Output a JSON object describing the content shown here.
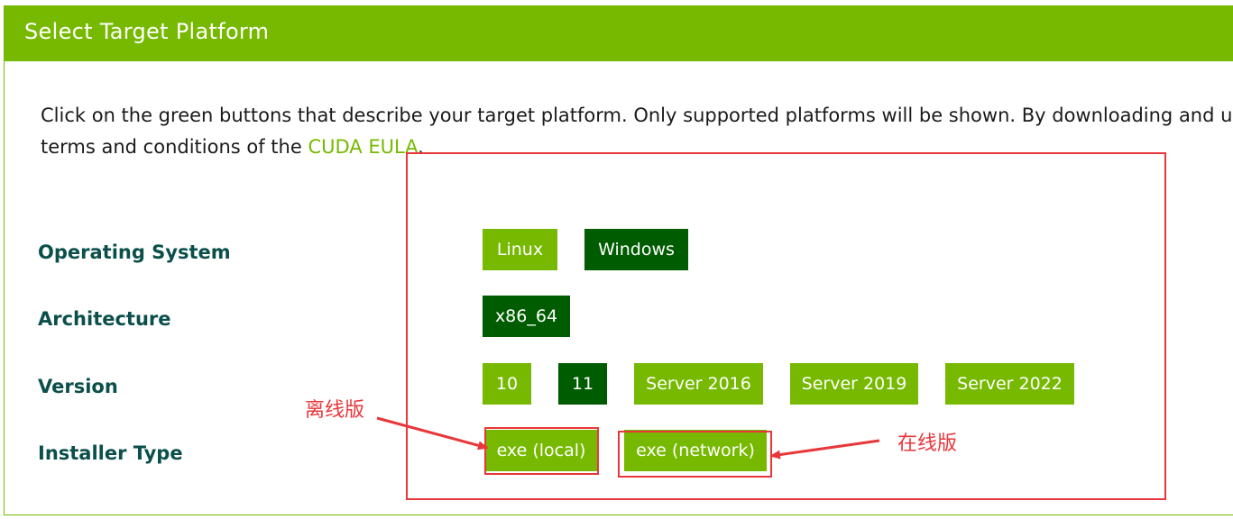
{
  "header": {
    "title": "Select Target Platform"
  },
  "intro": {
    "line1": "Click on the green buttons that describe your target platform. Only supported platforms will be shown. By downloading and u",
    "line2_prefix": "terms and conditions of the ",
    "eula_link": "CUDA EULA",
    "line2_suffix": "."
  },
  "rows": {
    "os": {
      "label": "Operating System",
      "options": [
        "Linux",
        "Windows"
      ],
      "selected": "Windows"
    },
    "arch": {
      "label": "Architecture",
      "options": [
        "x86_64"
      ],
      "selected": "x86_64"
    },
    "version": {
      "label": "Version",
      "options": [
        "10",
        "11",
        "Server 2016",
        "Server 2019",
        "Server 2022"
      ],
      "selected": "11"
    },
    "installer": {
      "label": "Installer Type",
      "options": [
        "exe (local)",
        "exe (network)"
      ],
      "selected": ""
    }
  },
  "annotations": {
    "offline": "离线版",
    "online": "在线版"
  },
  "colors": {
    "brand_green": "#76b900",
    "selected_green": "#005c00",
    "label_teal": "#0b4f4b",
    "annotation_red": "#e8373b"
  }
}
